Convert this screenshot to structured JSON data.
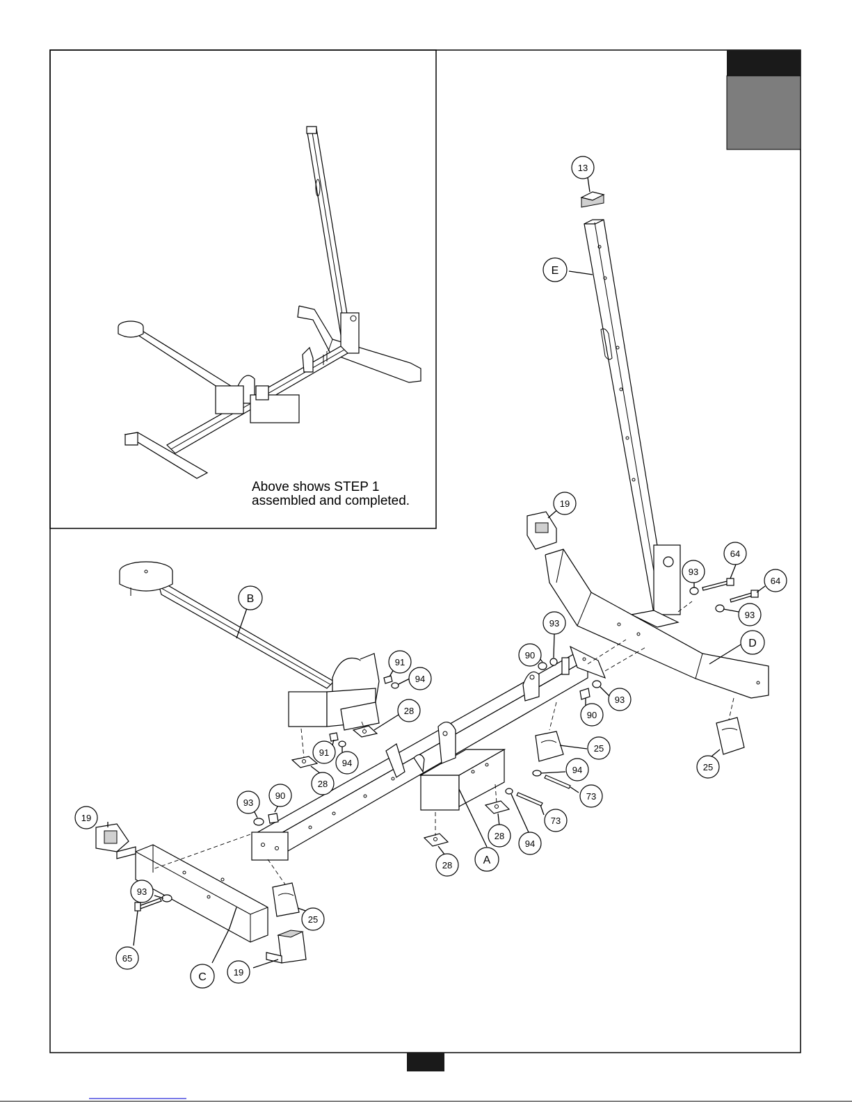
{
  "inset": {
    "note_line1": "Above shows STEP 1",
    "note_line2": "assembled and completed."
  },
  "colors": {
    "tab_dark": "#1a1a1a",
    "tab_gray": "#7d7d7d",
    "line": "#000000"
  },
  "callouts": [
    {
      "id": "13",
      "text": "13"
    },
    {
      "id": "E",
      "text": "E"
    },
    {
      "id": "19a",
      "text": "19"
    },
    {
      "id": "93a",
      "text": "93"
    },
    {
      "id": "64a",
      "text": "64"
    },
    {
      "id": "64b",
      "text": "64"
    },
    {
      "id": "93b",
      "text": "93"
    },
    {
      "id": "D",
      "text": "D"
    },
    {
      "id": "B",
      "text": "B"
    },
    {
      "id": "93c",
      "text": "93"
    },
    {
      "id": "90a",
      "text": "90"
    },
    {
      "id": "91a",
      "text": "91"
    },
    {
      "id": "94a",
      "text": "94"
    },
    {
      "id": "93d",
      "text": "93"
    },
    {
      "id": "90b",
      "text": "90"
    },
    {
      "id": "28a",
      "text": "28"
    },
    {
      "id": "91b",
      "text": "91"
    },
    {
      "id": "94b",
      "text": "94"
    },
    {
      "id": "25a",
      "text": "25"
    },
    {
      "id": "25b",
      "text": "25"
    },
    {
      "id": "28b",
      "text": "28"
    },
    {
      "id": "94c",
      "text": "94"
    },
    {
      "id": "73a",
      "text": "73"
    },
    {
      "id": "93e",
      "text": "93"
    },
    {
      "id": "90c",
      "text": "90"
    },
    {
      "id": "73b",
      "text": "73"
    },
    {
      "id": "28c",
      "text": "28"
    },
    {
      "id": "94d",
      "text": "94"
    },
    {
      "id": "19b",
      "text": "19"
    },
    {
      "id": "28d",
      "text": "28"
    },
    {
      "id": "A",
      "text": "A"
    },
    {
      "id": "93f",
      "text": "93"
    },
    {
      "id": "25c",
      "text": "25"
    },
    {
      "id": "65",
      "text": "65"
    },
    {
      "id": "C",
      "text": "C"
    },
    {
      "id": "19c",
      "text": "19"
    }
  ]
}
